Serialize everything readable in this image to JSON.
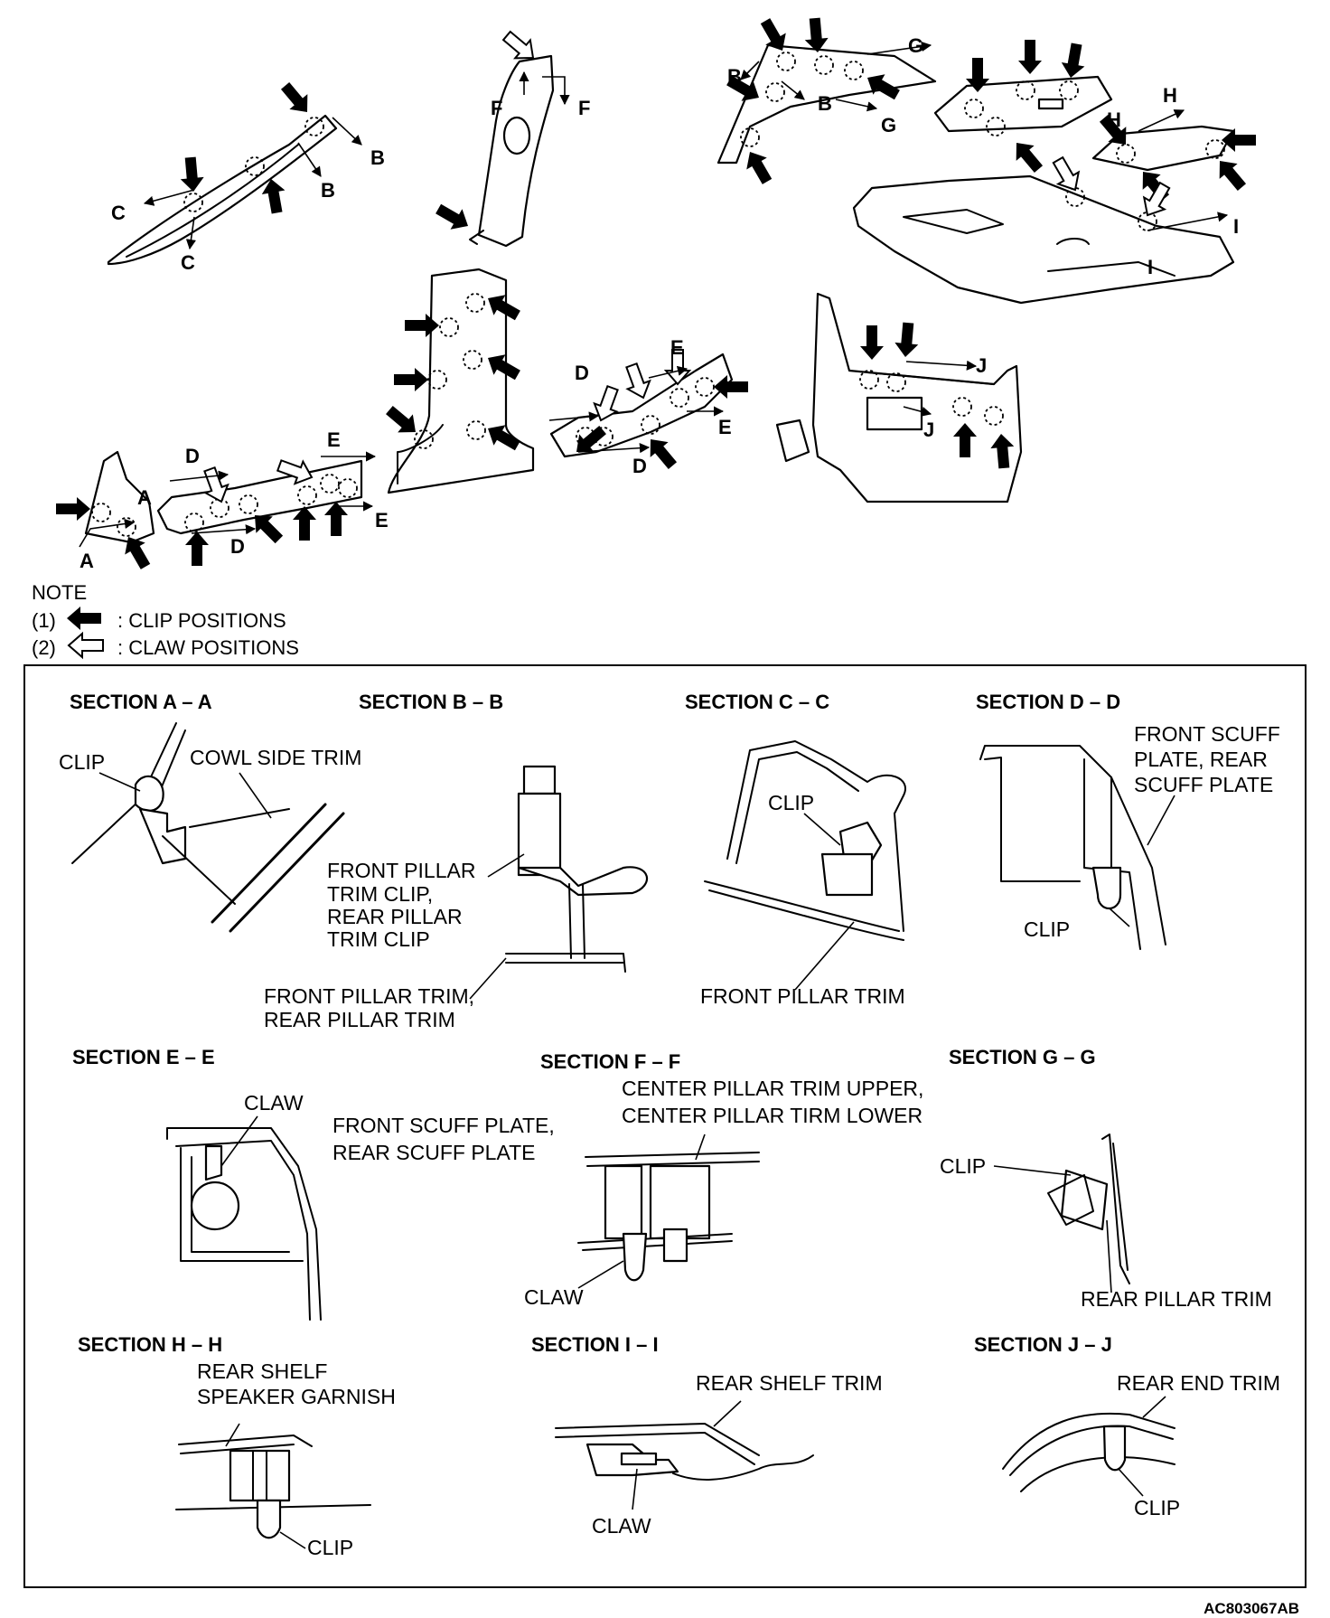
{
  "document_code": "AC803067AB",
  "note": {
    "heading": "NOTE",
    "items": [
      {
        "num": "(1)",
        "symbol": "solid-arrow",
        "text": ": CLIP POSITIONS"
      },
      {
        "num": "(2)",
        "symbol": "hollow-arrow",
        "text": ": CLAW POSITIONS"
      }
    ]
  },
  "section_letters": [
    "A",
    "B",
    "C",
    "D",
    "E",
    "F",
    "G",
    "H",
    "I",
    "J"
  ],
  "sections": [
    {
      "title": "SECTION A – A",
      "labels": [
        "CLIP",
        "COWL SIDE TRIM"
      ]
    },
    {
      "title": "SECTION B – B",
      "labels": [
        "FRONT PILLAR",
        "TRIM CLIP,",
        "REAR PILLAR",
        "TRIM CLIP",
        "FRONT PILLAR TRIM,",
        "REAR PILLAR TRIM"
      ]
    },
    {
      "title": "SECTION C – C",
      "labels": [
        "CLIP",
        "FRONT PILLAR TRIM"
      ]
    },
    {
      "title": "SECTION D – D",
      "labels": [
        "FRONT SCUFF",
        "PLATE, REAR",
        "SCUFF PLATE",
        "CLIP"
      ]
    },
    {
      "title": "SECTION E – E",
      "labels": [
        "CLAW",
        "FRONT SCUFF PLATE,",
        "REAR SCUFF PLATE"
      ]
    },
    {
      "title": "SECTION F – F",
      "labels": [
        "CENTER PILLAR TRIM UPPER,",
        "CENTER PILLAR TIRM LOWER",
        "CLAW"
      ]
    },
    {
      "title": "SECTION G – G",
      "labels": [
        "CLIP",
        "REAR PILLAR TRIM"
      ]
    },
    {
      "title": "SECTION H – H",
      "labels": [
        "REAR SHELF",
        "SPEAKER GARNISH",
        "CLIP"
      ]
    },
    {
      "title": "SECTION I – I",
      "labels": [
        "REAR SHELF TRIM",
        "CLAW"
      ]
    },
    {
      "title": "SECTION J – J",
      "labels": [
        "REAR END TRIM",
        "CLIP"
      ]
    }
  ]
}
